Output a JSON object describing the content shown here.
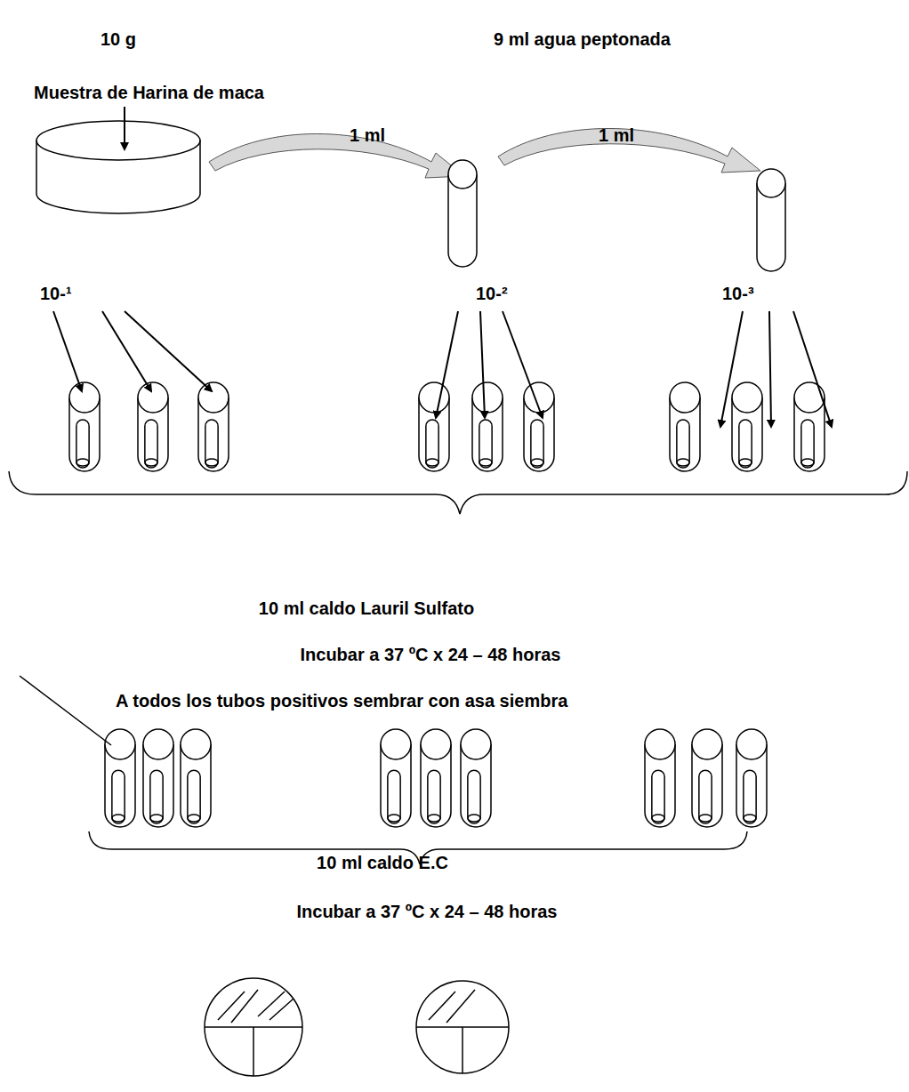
{
  "diagram": {
    "labels": [
      "10 g",
      "9 ml agua peptonada",
      "Muestra de Harina de maca",
      "1 ml",
      "1 ml",
      "10-¹",
      "10-²",
      "10-³",
      "10 ml caldo Lauril Sulfato",
      "Incubar a 37 ºC x 24 – 48 horas",
      "A todos los tubos positivos sembrar con asa siembra",
      "10 ml caldo E.C",
      "Incubar a 37 ºC x 24 – 48 horas"
    ]
  }
}
